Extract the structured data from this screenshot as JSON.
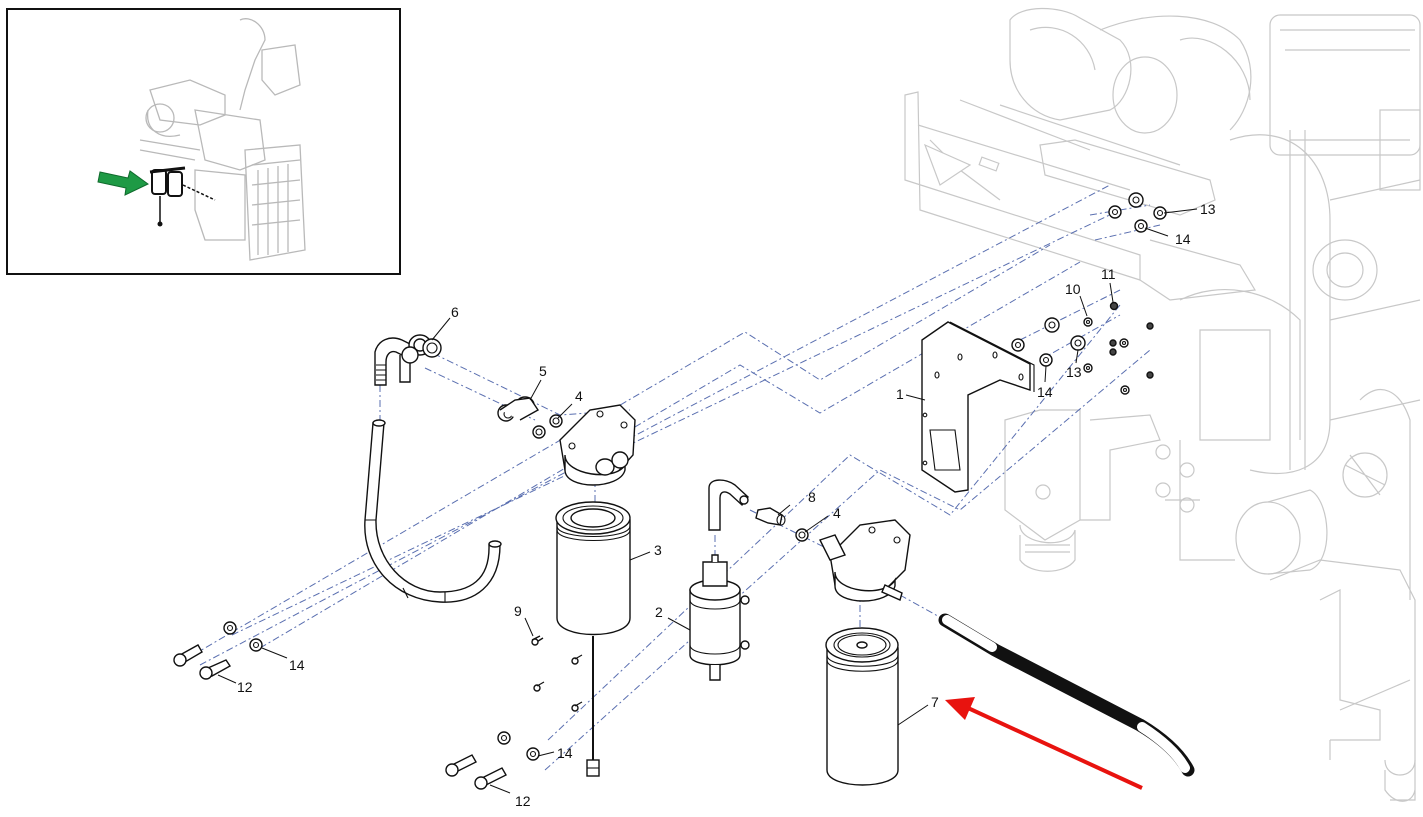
{
  "diagram": {
    "type": "exploded-parts-view",
    "subject": "Fuel filter assembly (engine mount)",
    "colors": {
      "line_art": "#111111",
      "ghosted_engine": "#c8c8c8",
      "assembly_path_dashes": "#5a6fb0",
      "locator_arrow": "#1e9a45",
      "highlight_arrow": "#e8130f"
    },
    "locator_inset": {
      "description": "Overview of engine with fuel filter location highlighted",
      "arrow_color_name": "green"
    },
    "highlight": {
      "target_callout": "7",
      "arrow_color_name": "red"
    },
    "callouts": [
      {
        "id": "c1",
        "label": "1",
        "part": "mounting-bracket"
      },
      {
        "id": "c2",
        "label": "2",
        "part": "fuel-pump"
      },
      {
        "id": "c3",
        "label": "3",
        "part": "primary-filter-element"
      },
      {
        "id": "c4a",
        "label": "4",
        "part": "sealing-washer"
      },
      {
        "id": "c4b",
        "label": "4",
        "part": "sealing-washer"
      },
      {
        "id": "c5",
        "label": "5",
        "part": "banjo-fitting"
      },
      {
        "id": "c6",
        "label": "6",
        "part": "elbow-fitting"
      },
      {
        "id": "c7",
        "label": "7",
        "part": "secondary-filter-element"
      },
      {
        "id": "c8",
        "label": "8",
        "part": "hose-fitting"
      },
      {
        "id": "c9",
        "label": "9",
        "part": "screw"
      },
      {
        "id": "c10",
        "label": "10",
        "part": "washer"
      },
      {
        "id": "c11",
        "label": "11",
        "part": "nut"
      },
      {
        "id": "c12a",
        "label": "12",
        "part": "bolt"
      },
      {
        "id": "c12b",
        "label": "12",
        "part": "bolt"
      },
      {
        "id": "c13a",
        "label": "13",
        "part": "nut"
      },
      {
        "id": "c13b",
        "label": "13",
        "part": "nut"
      },
      {
        "id": "c14a",
        "label": "14",
        "part": "washer"
      },
      {
        "id": "c14b",
        "label": "14",
        "part": "washer"
      },
      {
        "id": "c14c",
        "label": "14",
        "part": "washer"
      },
      {
        "id": "c14d",
        "label": "14",
        "part": "washer"
      }
    ]
  }
}
